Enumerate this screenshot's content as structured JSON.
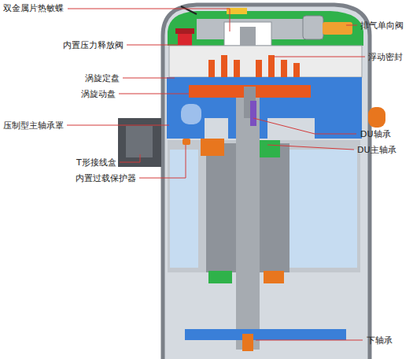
{
  "diagram": {
    "labels": [
      "双金属片热敏蝶",
      "排气单向阀",
      "内置压力释放阀",
      "浮动密封",
      "涡旋定盘",
      "涡旋动盘",
      "压制型主轴承罩",
      "DU轴承",
      "DU主轴承",
      "T形接线盒",
      "内置过载保护器",
      "下轴承"
    ]
  }
}
